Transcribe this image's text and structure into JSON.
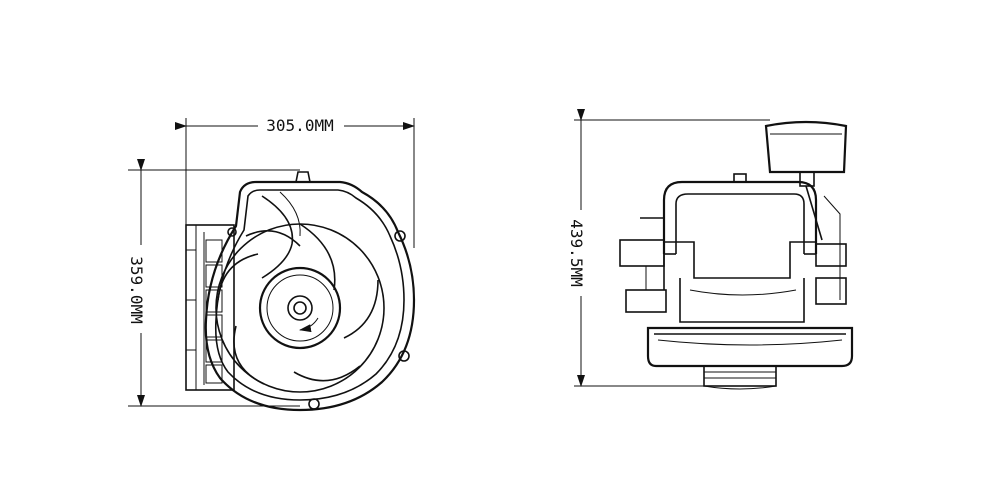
{
  "dimensions": {
    "width": "305.0MM",
    "height": "359.0MM",
    "side_height": "439.5MM"
  }
}
